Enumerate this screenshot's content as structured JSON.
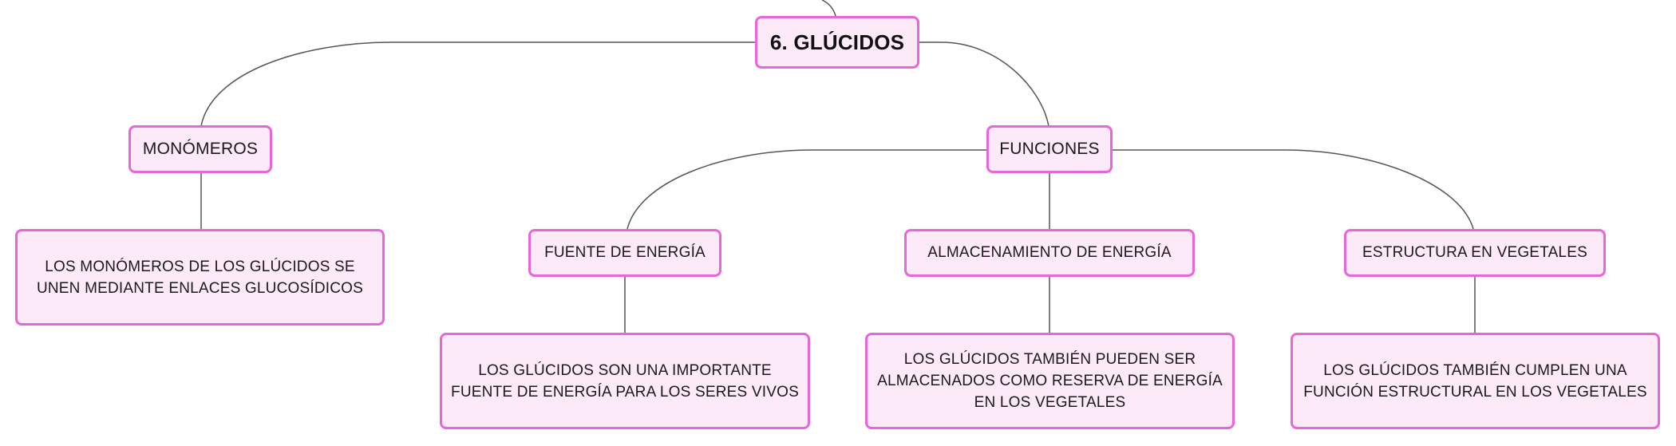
{
  "map": {
    "root": "6. GLÚCIDOS",
    "monomeros": {
      "label": "MONÓMEROS",
      "detail": "LOS MONÓMEROS DE LOS GLÚCIDOS SE UNEN MEDIANTE ENLACES GLUCOSÍDICOS"
    },
    "funciones": {
      "label": "FUNCIONES",
      "children": [
        {
          "label": "FUENTE DE ENERGÍA",
          "detail": "LOS GLÚCIDOS SON UNA IMPORTANTE FUENTE DE ENERGÍA PARA LOS SERES VIVOS"
        },
        {
          "label": "ALMACENAMIENTO DE ENERGÍA",
          "detail": "LOS GLÚCIDOS TAMBIÉN PUEDEN SER ALMACENADOS COMO RESERVA DE ENERGÍA EN LOS VEGETALES"
        },
        {
          "label": "ESTRUCTURA EN VEGETALES",
          "detail": "LOS GLÚCIDOS TAMBIÉN CUMPLEN UNA FUNCIÓN ESTRUCTURAL EN LOS VEGETALES"
        }
      ]
    }
  },
  "colors": {
    "node_fill": "#fdeaf9",
    "node_border": "#e766d8",
    "connector": "#555555"
  }
}
